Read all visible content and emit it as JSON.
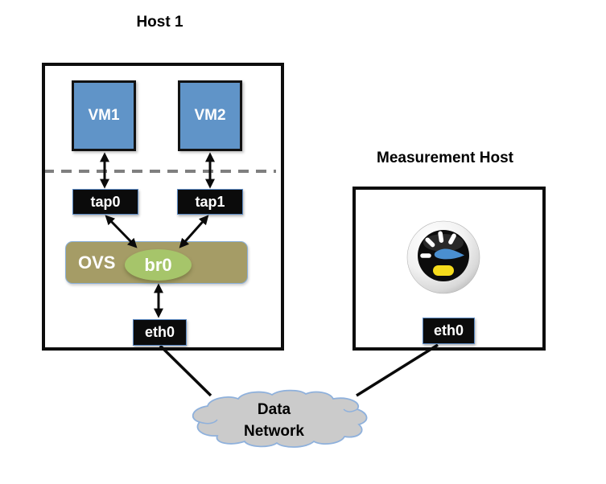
{
  "host1": {
    "title": "Host 1",
    "vm1_label": "VM1",
    "vm2_label": "VM2",
    "tap0_label": "tap0",
    "tap1_label": "tap1",
    "ovs_label": "OVS",
    "br0_label": "br0",
    "eth0_label": "eth0"
  },
  "measurement_host": {
    "title": "Measurement Host",
    "eth0_label": "eth0",
    "icon": "speedometer-gauge"
  },
  "cloud": {
    "label_line1": "Data",
    "label_line2": "Network"
  },
  "colors": {
    "vm_fill": "#6094c8",
    "node_fill": "#0b0b0b",
    "node_border": "#5b8ac4",
    "ovs_fill": "#a59c66",
    "ovs_border": "#8aafd8",
    "br0_fill": "#a6c56a",
    "cloud_fill": "#cbcbcb",
    "cloud_border": "#8fb1dc",
    "dashed_gray": "#7f7f7f",
    "arrow_black": "#0a0a0a",
    "needle_blue": "#4a8fd0",
    "gauge_yellow": "#f6dc1c",
    "gauge_face": "#0c0c0c"
  }
}
